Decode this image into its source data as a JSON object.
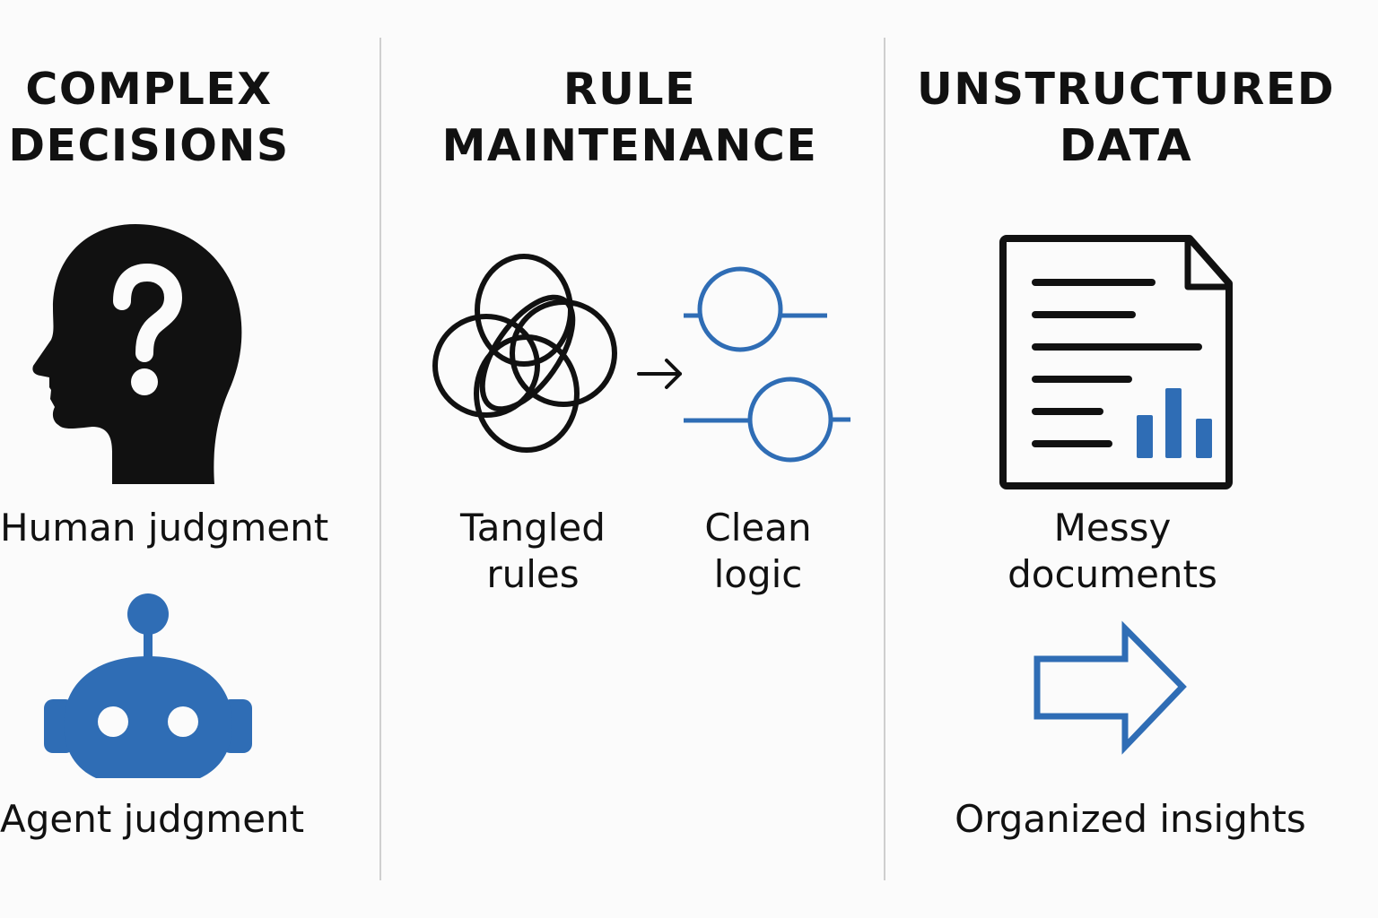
{
  "colors": {
    "accent": "#2f6db5",
    "ink": "#111111",
    "divider": "#cfcfcf",
    "background": "#fbfbfb"
  },
  "columns": [
    {
      "heading": [
        "COMPLEX",
        "DECISIONS"
      ],
      "items": [
        {
          "icon": "head-question-icon",
          "label": [
            "Human judgment"
          ]
        },
        {
          "icon": "robot-icon",
          "label": [
            "Agent judgment"
          ]
        }
      ]
    },
    {
      "heading": [
        "RULE",
        "MAINTENANCE"
      ],
      "items": [
        {
          "icon": "tangled-loops-icon",
          "label": [
            "Tangled",
            "rules"
          ]
        },
        {
          "icon": "arrow-right-icon"
        },
        {
          "icon": "slider-switches-icon",
          "label": [
            "Clean",
            "logic"
          ]
        }
      ]
    },
    {
      "heading": [
        "UNSTRUCTURED",
        "DATA"
      ],
      "items": [
        {
          "icon": "document-chart-icon",
          "label": [
            "Messy",
            "documents"
          ]
        },
        {
          "icon": "outline-arrow-icon"
        },
        {
          "label": [
            "Organized insights"
          ]
        }
      ]
    }
  ]
}
